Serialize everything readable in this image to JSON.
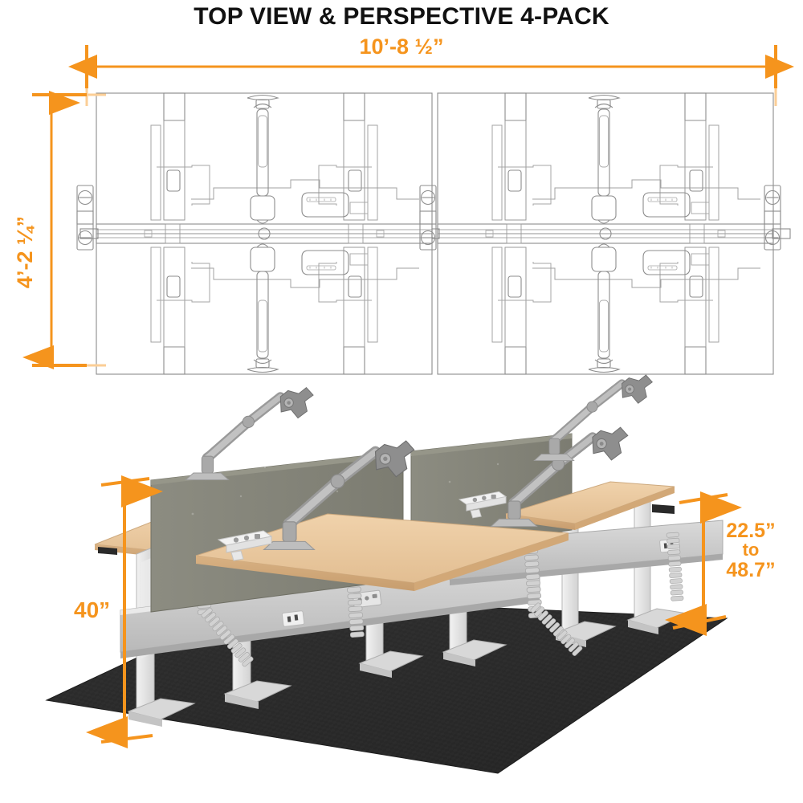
{
  "header": {
    "title": "TOP VIEW & PERSPECTIVE 4-PACK"
  },
  "colors": {
    "dimension_orange": "#F5941D",
    "dimension_orange_light": "#FBCE96",
    "cad_line": "#888888",
    "desktop_maple": "#E9C9A0",
    "privacy_panel": "#85857A",
    "frame_white": "#E2E2E2",
    "carpet_charcoal": "#2B2B2B",
    "title_black": "#111111"
  },
  "top_view": {
    "label": "top-view-drawing",
    "dimensions": {
      "width": {
        "value": "10’-8 ½”",
        "orientation": "horizontal",
        "style": "double-arrow"
      },
      "depth": {
        "value": "4’-2 ¼”",
        "orientation": "vertical",
        "style": "double-arrow"
      }
    },
    "workstations": 4,
    "components": [
      "desktop-outline",
      "center-rail",
      "privacy-panel-outline",
      "monitor-arm-outline",
      "power-module-outline",
      "leg-column-outline",
      "clamp-bracket"
    ]
  },
  "perspective_view": {
    "label": "perspective-render",
    "dimensions": {
      "panel_height": {
        "value": "40”",
        "orientation": "vertical",
        "style": "double-arrow"
      },
      "desk_height_range": {
        "value": "22.5”\nto\n48.7”",
        "line1": "22.5”",
        "line2": "to",
        "line3": "48.7”",
        "orientation": "vertical",
        "style": "double-arrow"
      }
    },
    "components": [
      "maple-desktop",
      "gray-privacy-panel",
      "monitor-arm",
      "power-strip",
      "cable-spine",
      "modesty-beam",
      "power-outlet",
      "control-keypad",
      "t-foot-leg",
      "charcoal-carpet"
    ]
  }
}
